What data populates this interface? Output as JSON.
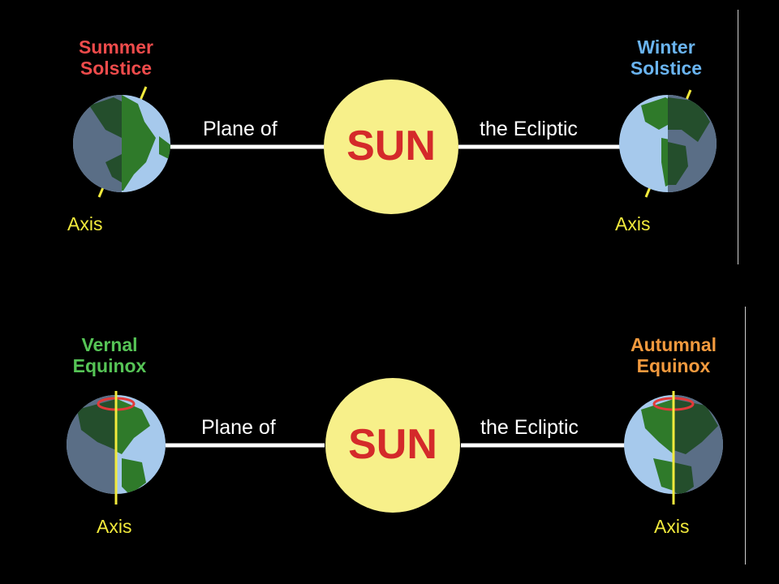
{
  "colors": {
    "background": "#000000",
    "sun": "#f7f08a",
    "sun_text": "#d42a2a",
    "ocean": "#a6c9ec",
    "ocean_shadow": "#5a6e86",
    "land": "#2f7a2a",
    "land_shadow": "#244e2c",
    "axis": "#f2ea3c",
    "ecliptic": "#ffffff",
    "summer": "#ee4b4b",
    "winter": "#6ab4f0",
    "vernal": "#56c456",
    "autumnal": "#f39a3e",
    "circle": "#e23a3a"
  },
  "top": {
    "sun_label": "SUN",
    "plane_left": "Plane of",
    "plane_right": "the Ecliptic",
    "left": {
      "title_line1": "Summer",
      "title_line2": "Solstice",
      "axis_label": "Axis"
    },
    "right": {
      "title_line1": "Winter",
      "title_line2": "Solstice",
      "axis_label": "Axis"
    }
  },
  "bottom": {
    "sun_label": "SUN",
    "plane_left": "Plane of",
    "plane_right": "the Ecliptic",
    "left": {
      "title_line1": "Vernal",
      "title_line2": "Equinox",
      "axis_label": "Axis"
    },
    "right": {
      "title_line1": "Autumnal",
      "title_line2": "Equinox",
      "axis_label": "Axis"
    }
  }
}
